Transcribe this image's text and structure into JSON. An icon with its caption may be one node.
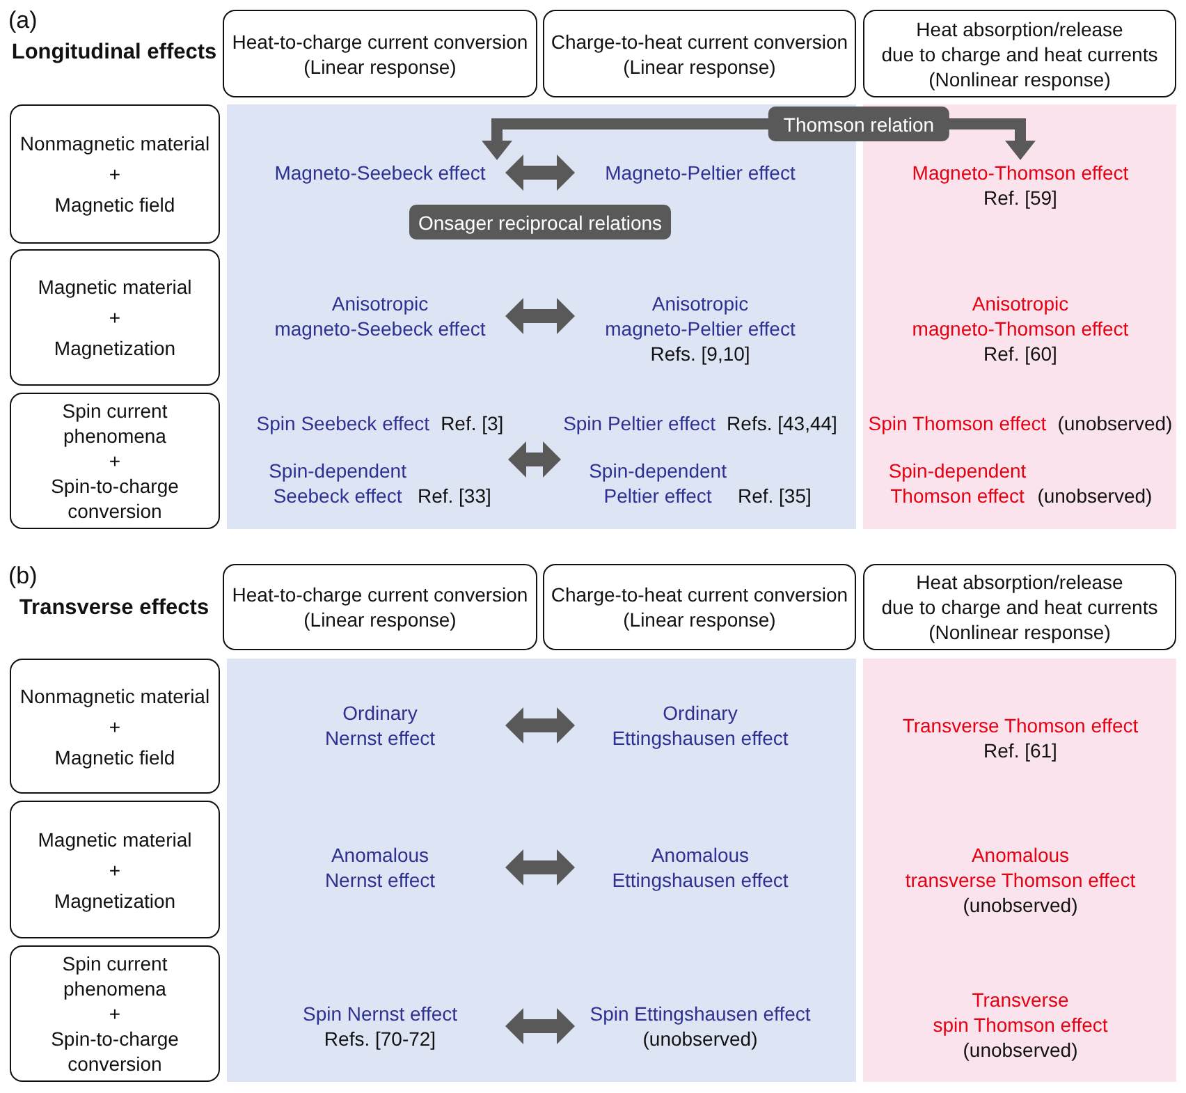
{
  "diagram": {
    "nodes": [
      {
        "text": [
          "Heat-to-charge current conversion",
          "(Linear response)"
        ]
      },
      {
        "text": [
          "Charge-to-heat current conversion",
          "(Linear response)"
        ]
      },
      {
        "text": [
          "Heat absorption/release due to charge and heat currents",
          "(Nonlinear response)"
        ]
      },
      {
        "text": [
          "Nonmagnetic material",
          "+",
          "Magnetic field"
        ]
      },
      {
        "text": [],
        "shape": "box"
      },
      {
        "text": [],
        "shape": "box"
      },
      {
        "text": [
          "Magneto-Seebeck effect"
        ],
        "in": 4
      },
      {
        "text": [
          "Magneto-Peltier effect"
        ],
        "in": 4
      },
      {
        "text": [
          "Magneto-Thomson effect",
          "Ref. [59]"
        ],
        "in": 5
      },
      {
        "text": [
          "Onsager reciprocal relations"
        ],
        "in": 4
      },
      {
        "text": [
          "Magnetic material",
          "+",
          "Magnetization"
        ]
      },
      {
        "text": [
          "Anisotropic magneto-Seebeck effect"
        ],
        "in": 4
      },
      {
        "text": [
          "Anisotropic magneto-Peltier effect",
          "Refs. [9,10]"
        ],
        "in": 4
      },
      {
        "text": [
          "Anisotropic magneto-Thomson effect",
          "Ref. [60]"
        ],
        "in": 5
      },
      {
        "text": [
          "Spin current phenomena",
          "+",
          "Spin-to-charge conversion"
        ]
      },
      {
        "text": [
          "Spin Seebeck effect",
          "Ref. [3]",
          "Spin-dependent Seebeck effect",
          "Ref. [33]"
        ],
        "in": 4
      },
      {
        "text": [
          "Spin Peltier effect",
          "Refs. [43,44]",
          "Spin-dependent Peltier effect",
          "Ref. [35]"
        ],
        "in": 4
      },
      {
        "text": [
          "Spin Thomson effect",
          "(unobserved)",
          "Spin-dependent Thomson effect",
          "(unobserved)"
        ],
        "in": 5
      },
      {
        "text": [
          "Heat-to-charge current conversion",
          "(Linear response)"
        ]
      },
      {
        "text": [
          "Charge-to-heat current conversion",
          "(Linear response)"
        ]
      },
      {
        "text": [
          "Heat absorption/release due to charge and heat currents",
          "(Nonlinear response)"
        ]
      },
      {
        "text": [
          "Nonmagnetic material",
          "+",
          "Magnetic field"
        ]
      },
      {
        "text": [],
        "shape": "box"
      },
      {
        "text": [],
        "shape": "box"
      },
      {
        "text": [
          "Ordinary Nernst effect"
        ],
        "in": 22
      },
      {
        "text": [
          "Ordinary Ettingshausen effect"
        ],
        "in": 22
      },
      {
        "text": [
          "Transverse Thomson effect",
          "Ref. [61]"
        ],
        "in": 23
      },
      {
        "text": [
          "Magnetic material",
          "+",
          "Magnetization"
        ]
      },
      {
        "text": [
          "Anomalous Nernst effect"
        ],
        "in": 22
      },
      {
        "text": [
          "Anomalous Ettingshausen effect"
        ],
        "in": 22
      },
      {
        "text": [
          "Anomalous transverse Thomson effect",
          "(unobserved)"
        ],
        "in": 23
      },
      {
        "text": [
          "Spin current phenomena",
          "+",
          "Spin-to-charge conversion"
        ]
      },
      {
        "text": [
          "Spin Nernst effect",
          "Refs. [70-72]"
        ],
        "in": 22
      },
      {
        "text": [
          "Spin Ettingshausen effect",
          "(unobserved)"
        ],
        "in": 22
      },
      {
        "text": [
          "Transverse spin Thomson effect",
          "(unobserved)"
        ],
        "in": 23
      }
    ],
    "edges": [
      {
        "from": 6,
        "to": 7,
        "arrow": "both"
      },
      {
        "from": 11,
        "to": 12,
        "arrow": "both"
      },
      {
        "from": 15,
        "to": 16,
        "arrow": "both"
      },
      {
        "from": 6,
        "to": 8,
        "arrow": "both",
        "label": "Thomson relation"
      },
      {
        "from": 24,
        "to": 25,
        "arrow": "both"
      },
      {
        "from": 28,
        "to": 29,
        "arrow": "both"
      },
      {
        "from": 32,
        "to": 33,
        "arrow": "both"
      }
    ],
    "labels": [
      "(a)",
      "Longitudinal effects",
      "(b)",
      "Transverse effects"
    ]
  }
}
